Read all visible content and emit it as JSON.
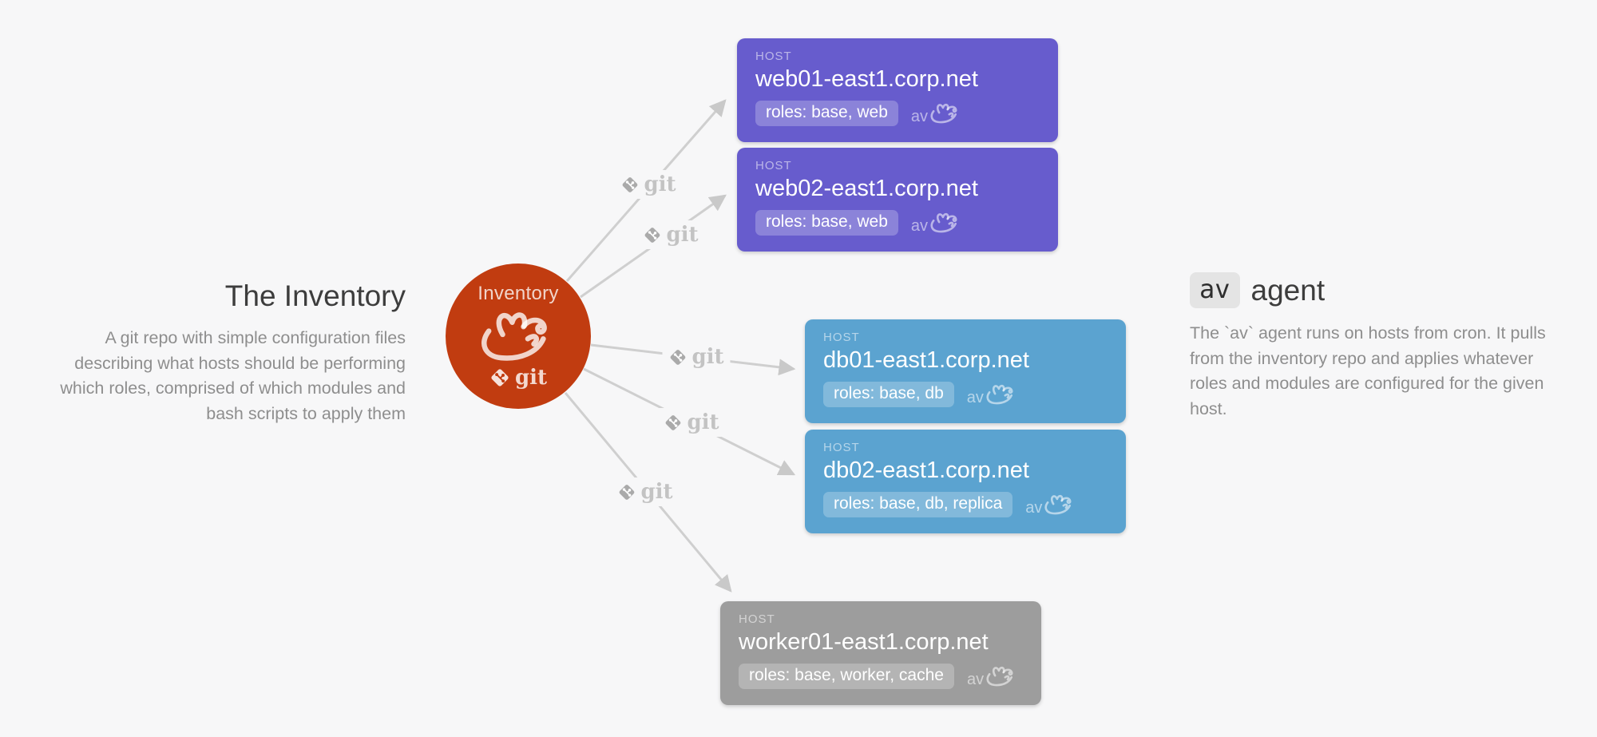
{
  "colors": {
    "background": "#f7f7f8",
    "inventory_node": "#c13c10",
    "web_card": "#675ccd",
    "db_card": "#5ba3d0",
    "worker_card": "#9d9d9d",
    "arrow": "#cfcfcf"
  },
  "left_panel": {
    "title": "The Inventory",
    "description": "A git repo with simple configuration files describing what hosts should be performing which roles, comprised of which modules and bash scripts to apply them"
  },
  "right_panel": {
    "agent_name": "av",
    "title_suffix": "agent",
    "description": "The `av` agent runs on hosts from cron.  It pulls from the inventory repo and applies whatever roles and modules are configured for the given host."
  },
  "inventory_node": {
    "label": "Inventory",
    "git_label": "git"
  },
  "edges": [
    {
      "label": "git",
      "to": "web01-east1.corp.net"
    },
    {
      "label": "git",
      "to": "web02-east1.corp.net"
    },
    {
      "label": "git",
      "to": "db01-east1.corp.net"
    },
    {
      "label": "git",
      "to": "db02-east1.corp.net"
    },
    {
      "label": "git",
      "to": "worker01-east1.corp.net"
    }
  ],
  "hosts": [
    {
      "kind_label": "HOST",
      "name": "web01-east1.corp.net",
      "roles": "roles: base, web",
      "agent_label": "av",
      "color": "#675ccd"
    },
    {
      "kind_label": "HOST",
      "name": "web02-east1.corp.net",
      "roles": "roles: base, web",
      "agent_label": "av",
      "color": "#675ccd"
    },
    {
      "kind_label": "HOST",
      "name": "db01-east1.corp.net",
      "roles": "roles: base, db",
      "agent_label": "av",
      "color": "#5ba3d0"
    },
    {
      "kind_label": "HOST",
      "name": "db02-east1.corp.net",
      "roles": "roles: base, db, replica",
      "agent_label": "av",
      "color": "#5ba3d0"
    },
    {
      "kind_label": "HOST",
      "name": "worker01-east1.corp.net",
      "roles": "roles: base, worker, cache",
      "agent_label": "av",
      "color": "#9d9d9d"
    }
  ]
}
